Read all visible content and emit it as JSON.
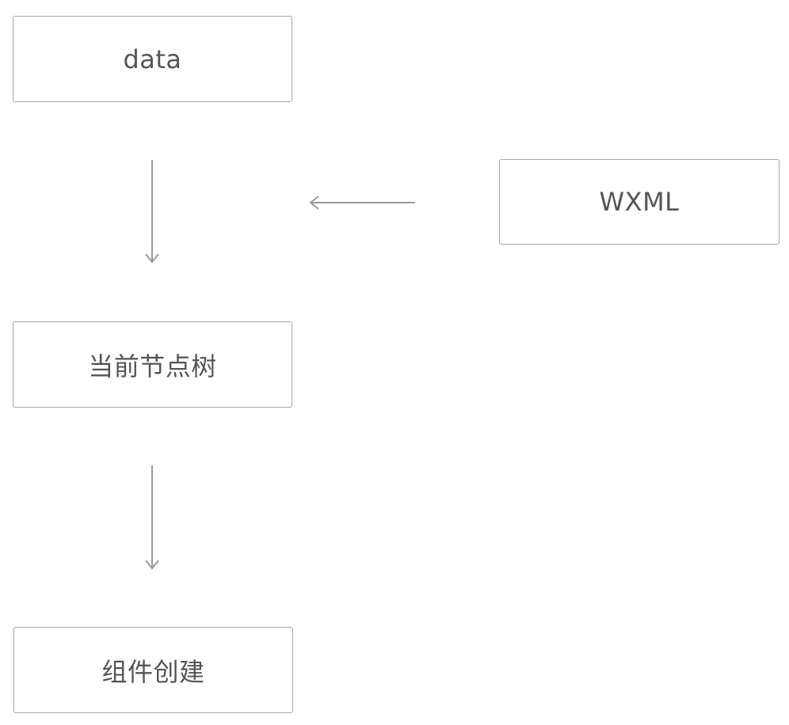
{
  "nodes": {
    "data": "data",
    "wxml": "WXML",
    "current_tree": "当前节点树",
    "component_create": "组件创建"
  },
  "colors": {
    "border": "#a6a6a6",
    "arrow": "#999999",
    "text": "#555555"
  }
}
